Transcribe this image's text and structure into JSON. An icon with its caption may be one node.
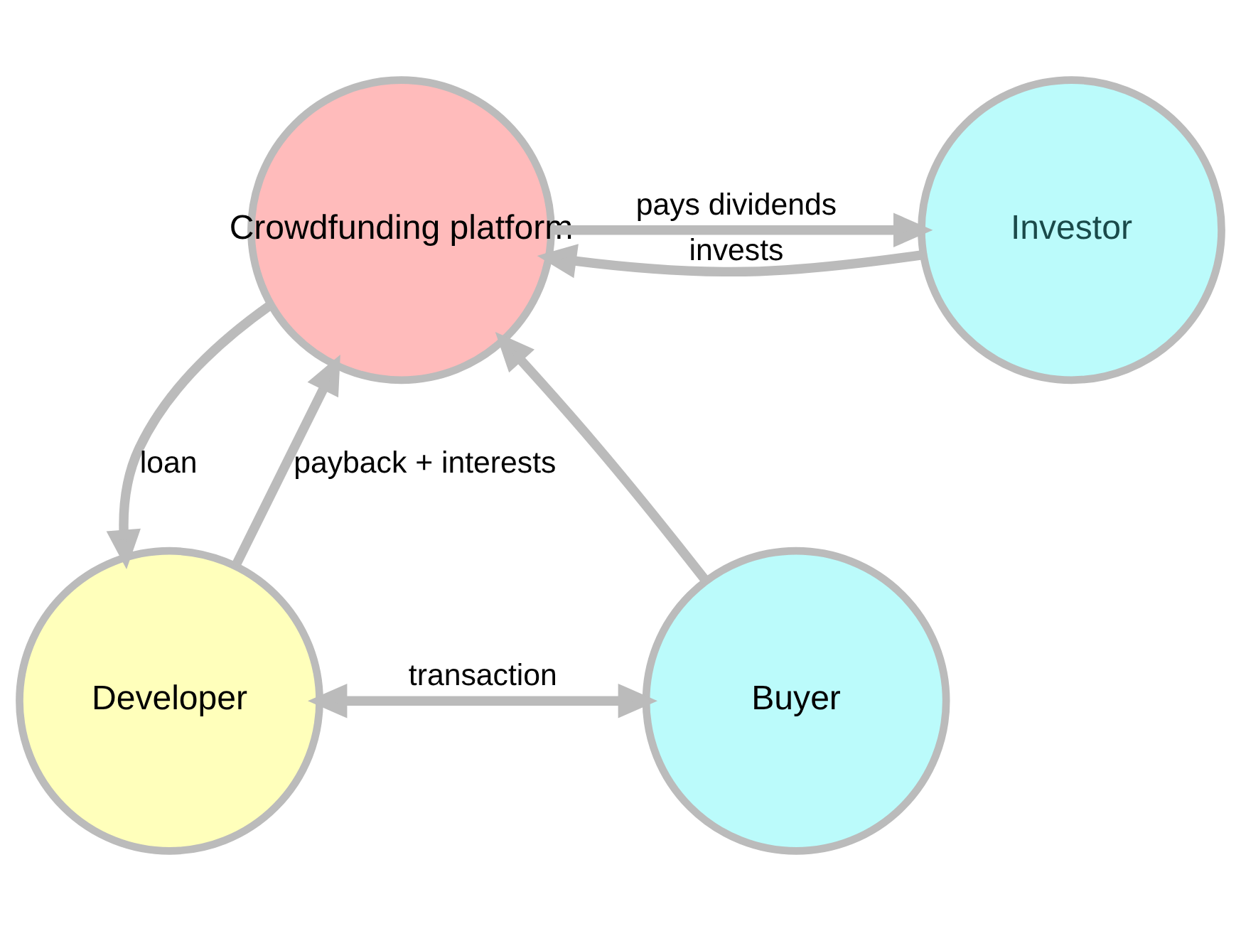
{
  "diagram": {
    "nodes": [
      {
        "text": [
          "Crowdfunding platform"
        ]
      },
      {
        "text": [
          "Investor"
        ]
      },
      {
        "text": [
          "Buyer"
        ]
      },
      {
        "text": [
          "Developer"
        ]
      }
    ],
    "edges": [
      {
        "from": 0,
        "to": 1,
        "arrow": "to",
        "label": "pays dividends"
      },
      {
        "from": 1,
        "to": 0,
        "arrow": "to",
        "label": "invests"
      },
      {
        "from": 2,
        "to": 0,
        "arrow": "to"
      },
      {
        "from": 0,
        "to": 3,
        "arrow": "to",
        "label": "loan"
      },
      {
        "from": 3,
        "to": 0,
        "arrow": "to",
        "label": "payback + interests"
      },
      {
        "from": 3,
        "to": 2,
        "arrow": "both",
        "label": "transaction"
      }
    ]
  }
}
